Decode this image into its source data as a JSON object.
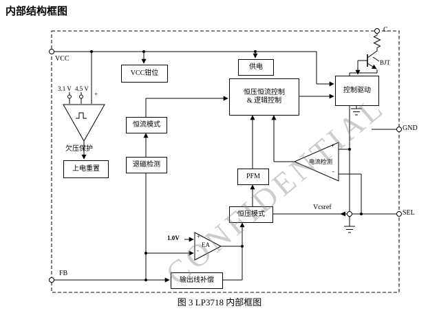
{
  "page": {
    "title": "内部结构框图",
    "caption": "图 3  LP3718 内部框图",
    "watermark": "CONFIDENTIAL"
  },
  "pins": {
    "vcc": "VCC",
    "c": "C",
    "bjt": "BJT",
    "gnd": "GND",
    "sel": "SEL",
    "fb": "FB"
  },
  "blocks": {
    "vcc_clamp": "VCC钳位",
    "supply": "供电",
    "cvcc_control_line1": "恒压恒流控制",
    "cvcc_control_line2": "& 逻辑控制",
    "control_drive": "控制驱动",
    "cc_mode": "恒流模式",
    "por": "上电重置",
    "demag_detect": "退磁检测",
    "pfm": "PFM",
    "cv_mode": "恒压模式",
    "line_comp": "输出线补偿"
  },
  "amplifiers": {
    "uv_protect_label": "欠压保护",
    "uv_threshold_low": "3.1 V",
    "uv_threshold_high": "4.5 V",
    "error_amp": "EA",
    "error_amp_ref": "1.0V",
    "current_sense": "电流检测",
    "vcsref": "Vcsref",
    "plus": "+",
    "minus": "-"
  },
  "colors": {
    "line": "#000000",
    "text": "#000000",
    "watermark": "#8a8a8a",
    "background": "#ffffff"
  }
}
